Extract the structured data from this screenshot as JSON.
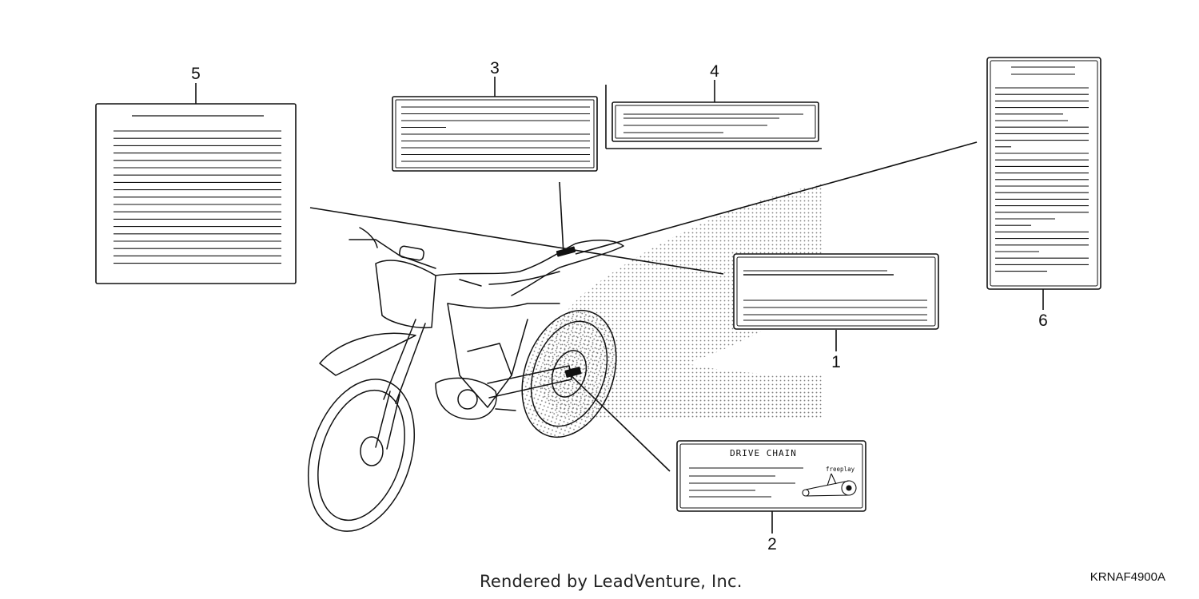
{
  "callouts": {
    "c1": "1",
    "c2": "2",
    "c3": "3",
    "c4": "4",
    "c5": "5",
    "c6": "6"
  },
  "label2": {
    "title": "DRIVE CHAIN",
    "freeplay": "freeplay"
  },
  "footer": {
    "credit": "Rendered by LeadVenture, Inc.",
    "code": "KRNAF4900A"
  }
}
